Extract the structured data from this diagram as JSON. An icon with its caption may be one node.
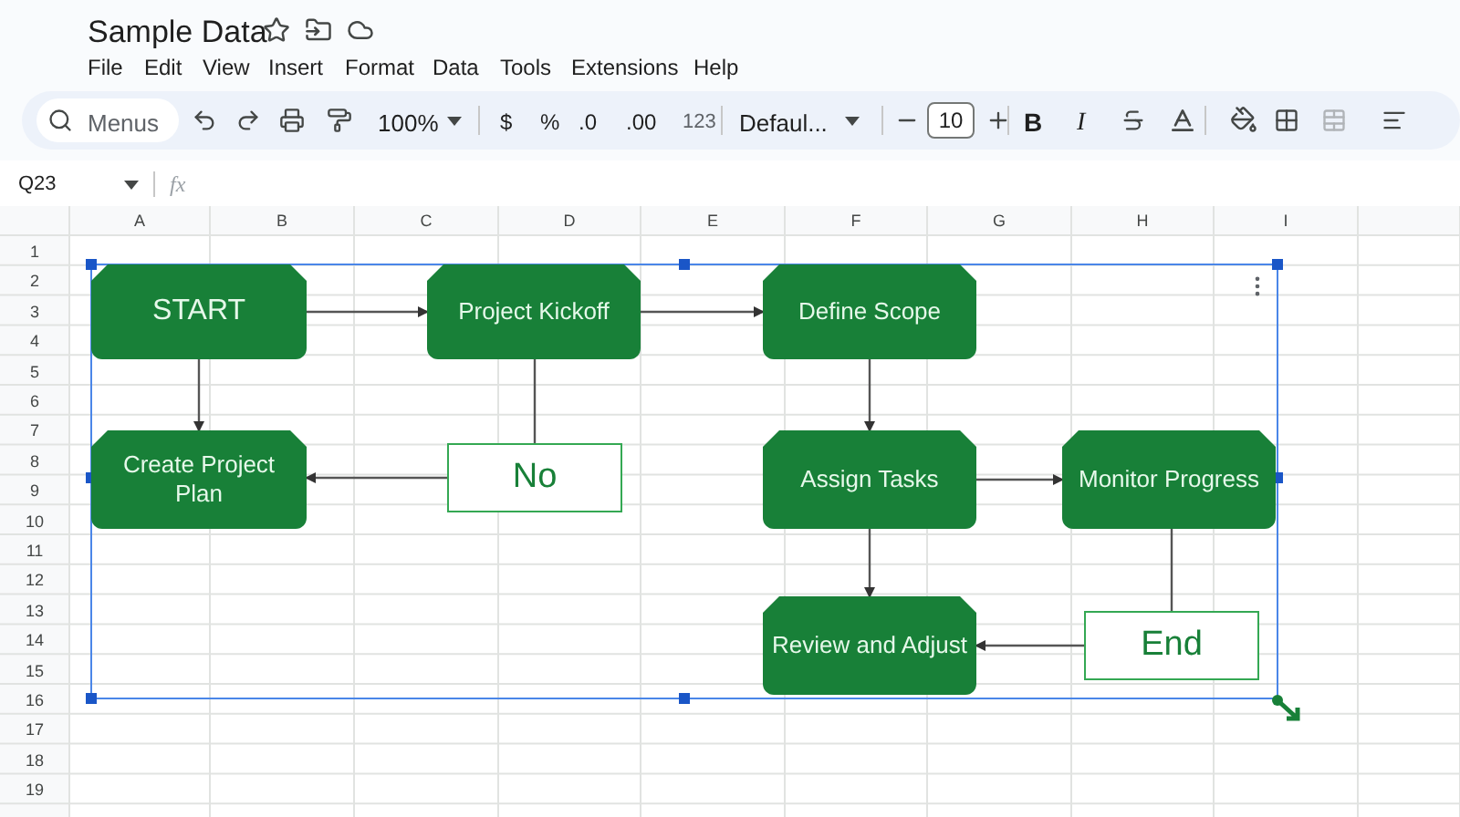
{
  "diagram": {
    "title": "Sample Data",
    "nodes": [
      {
        "text": [
          "START"
        ]
      },
      {
        "text": [
          "Project Kickoff"
        ]
      },
      {
        "text": [
          "Define Scope"
        ]
      },
      {
        "text": [
          "Create Project Plan"
        ]
      },
      {
        "text": [
          "No"
        ]
      },
      {
        "text": [
          "Assign Tasks"
        ]
      },
      {
        "text": [
          "Monitor Progress"
        ]
      },
      {
        "text": [
          "Review and Adjust"
        ]
      },
      {
        "text": [
          "End"
        ]
      }
    ],
    "edges": [
      {
        "from": 0,
        "to": 1,
        "arrow": "to"
      },
      {
        "from": 0,
        "to": 3,
        "arrow": "to"
      },
      {
        "from": 1,
        "to": 2,
        "arrow": "to"
      },
      {
        "from": 1,
        "to": 4,
        "arrow": "none"
      },
      {
        "from": 4,
        "to": 3,
        "arrow": "to"
      },
      {
        "from": 2,
        "to": 5,
        "arrow": "to"
      },
      {
        "from": 5,
        "to": 6,
        "arrow": "to"
      },
      {
        "from": 5,
        "to": 7,
        "arrow": "to"
      },
      {
        "from": 6,
        "to": 8,
        "arrow": "none"
      },
      {
        "from": 8,
        "to": 7,
        "arrow": "to"
      }
    ],
    "labels": [
      "File",
      "Edit",
      "View",
      "Insert",
      "Format",
      "Data",
      "Tools",
      "Extensions",
      "Help",
      "Menus",
      "100%",
      "$",
      "%",
      ".0",
      ".00",
      "123",
      "Defaul...",
      "10",
      "B",
      "I",
      "Q23",
      "fx",
      "A",
      "B",
      "C",
      "D",
      "E",
      "F",
      "G",
      "H",
      "I",
      "1",
      "2",
      "3",
      "4",
      "5",
      "6",
      "7",
      "8",
      "9",
      "10",
      "11",
      "12",
      "13",
      "14",
      "15",
      "16",
      "17",
      "18",
      "19"
    ]
  }
}
